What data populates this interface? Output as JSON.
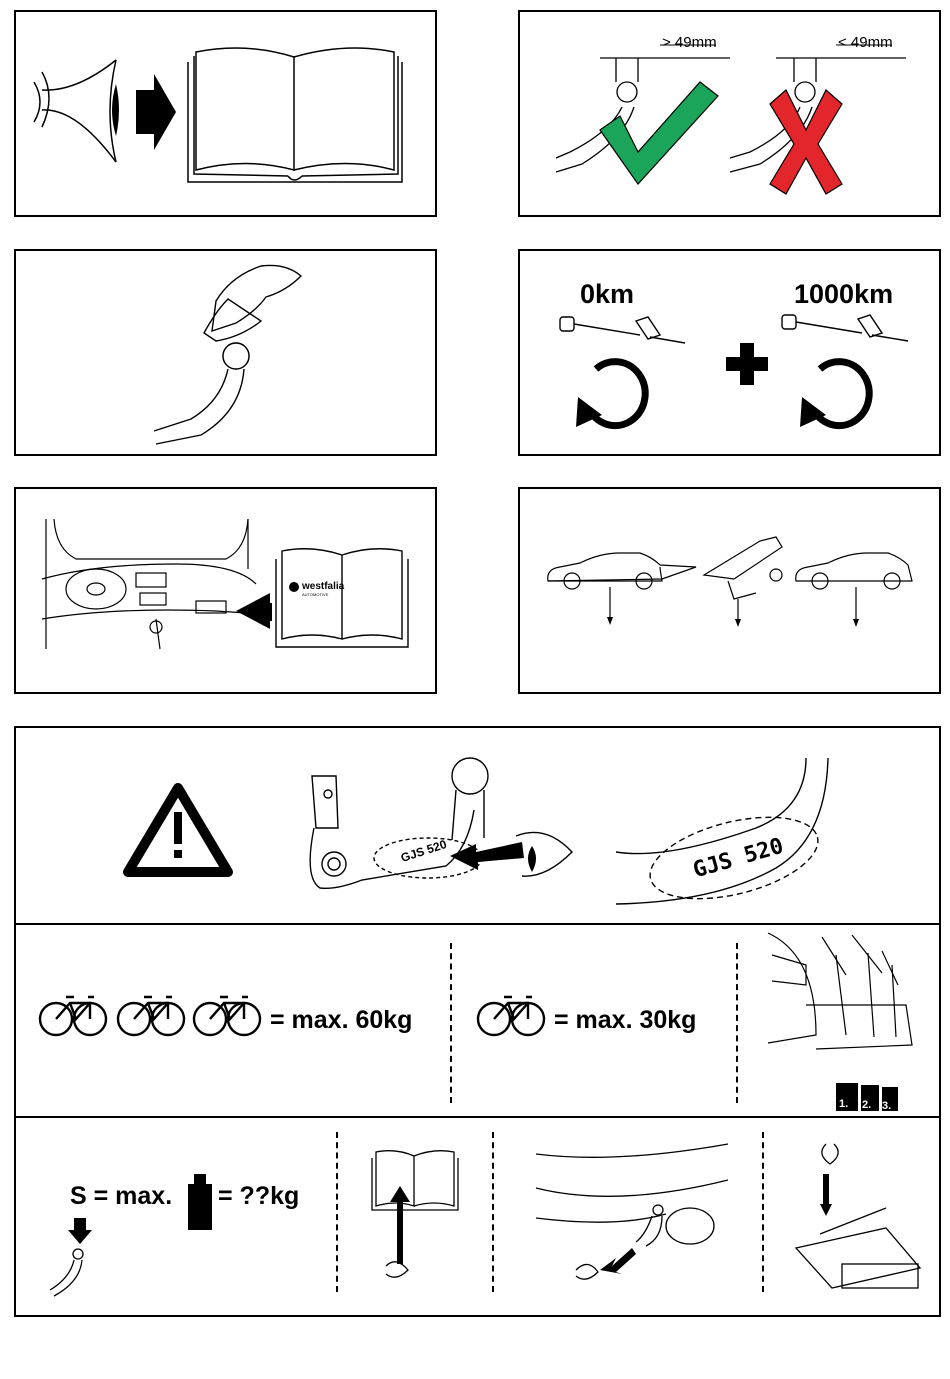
{
  "clearance": {
    "ok_label": "> 49mm",
    "bad_label": "< 49mm"
  },
  "torque": {
    "first_label": "0km",
    "second_label": "1000km"
  },
  "manual": {
    "brand": "westfalia",
    "brand_sub": "AUTOMOTIVE"
  },
  "marking": {
    "small_code": "GJS 520",
    "large_code": "GJS 520"
  },
  "bikes": {
    "three_text": "= max. 60kg",
    "one_text": "= max. 30kg",
    "order_labels": [
      "1.",
      "2.",
      "3."
    ]
  },
  "load": {
    "s_text": "S = max.",
    "kg_text": "= ??kg"
  },
  "colors": {
    "check": "#1aa55a",
    "cross": "#e3262b",
    "line": "#000000"
  }
}
